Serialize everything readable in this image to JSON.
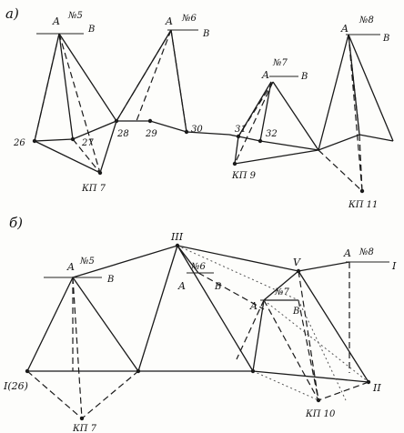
{
  "panel_a": {
    "label": "a)",
    "stations": [
      {
        "A": "A",
        "num": "№5",
        "B": "B"
      },
      {
        "A": "A",
        "num": "№6",
        "B": "B"
      },
      {
        "A": "A",
        "num": "№7",
        "B": "B"
      },
      {
        "A": "A",
        "num": "№8",
        "B": "B"
      }
    ],
    "points": [
      "26",
      "27",
      "28",
      "29",
      "30",
      "31",
      "32"
    ],
    "control_points": [
      "КП 7",
      "КП 9",
      "КП 11"
    ]
  },
  "panel_b": {
    "label": "б)",
    "stations": [
      {
        "A": "A",
        "num": "№5",
        "B": "B"
      },
      {
        "A": "A",
        "num": "№6",
        "B": "B"
      },
      {
        "A": "A",
        "num": "№7",
        "B": "B"
      },
      {
        "A": "A",
        "num": "№8",
        "B": "I"
      }
    ],
    "roman": [
      "III",
      "V",
      "I(26)",
      "II"
    ],
    "control_points": [
      "КП 7",
      "КП 10"
    ]
  }
}
